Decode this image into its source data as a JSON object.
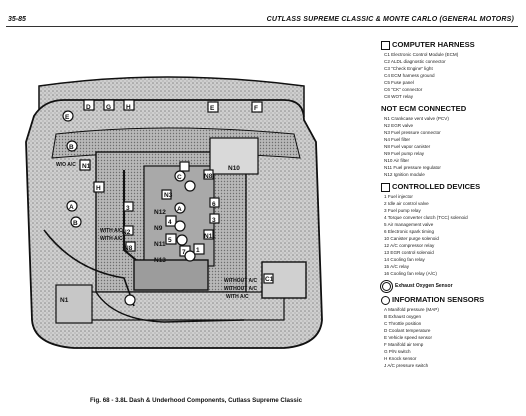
{
  "header": {
    "page_number": "35-85",
    "title": "CUTLASS SUPREME CLASSIC & MONTE CARLO (GENERAL MOTORS)"
  },
  "diagram": {
    "callouts": [
      "W/O A/C",
      "WITH A/C",
      "WITHOUT A/C",
      "WITH A/C",
      "WITHOUT A/C",
      "WITH A/C"
    ],
    "component_labels": [
      "D",
      "G",
      "E",
      "H",
      "E",
      "F",
      "B",
      "H",
      "A",
      "B",
      "C",
      "N1",
      "N3",
      "N8",
      "N11",
      "3",
      "A",
      "6",
      "3",
      "4",
      "5",
      "1",
      "7",
      "N10",
      "N2",
      "N8",
      "N12",
      "N9",
      "N11",
      "N13",
      "N1",
      "C1"
    ]
  },
  "legend": {
    "sections": [
      {
        "title": "COMPUTER HARNESS",
        "symbol": "square",
        "items": [
          "C1 Electronic Control Module (ECM)",
          "C2 ALDL diagnostic connector",
          "C3 \"Check Engine\" light",
          "C4 ECM harness ground",
          "C5 Fuse panel",
          "C6 \"CK\" connector",
          "C8 WOT relay"
        ]
      },
      {
        "title": "NOT ECM CONNECTED",
        "symbol": "none",
        "items": [
          "N1 Crankcase vent valve (PCV)",
          "N2 EGR valve",
          "N3 Fuel pressure connector",
          "N4 Fuel filter",
          "N8 Fuel vapor canister",
          "N9 Fuel pump relay",
          "N10 Air filter",
          "N11 Fuel pressure regulator",
          "N12 Ignition module"
        ]
      },
      {
        "title": "CONTROLLED DEVICES",
        "symbol": "square",
        "items": [
          "1 Fuel injector",
          "2 Idle air control valve",
          "3 Fuel pump relay",
          "4 Torque converter clutch (TCC) solenoid",
          "5 Air management valve",
          "6 Electronic spark timing",
          "10 Canister purge solenoid",
          "12 A/C compressor relay",
          "13 EGR control solenoid",
          "14 Cooling fan relay",
          "15 A/C relay",
          "16 Cooling fan relay (A/C)"
        ]
      },
      {
        "title": "Exhaust Oxygen Sensor",
        "symbol": "circle-double",
        "items": []
      },
      {
        "title": "INFORMATION SENSORS",
        "symbol": "circle",
        "items": [
          "A Manifold pressure (MAP)",
          "B Exhaust oxygen",
          "C Throttle position",
          "D Coolant temperature",
          "E Vehicle speed sensor",
          "F Manifold air temp",
          "G P/N switch",
          "H Knock sensor",
          "J A/C pressure switch"
        ]
      }
    ]
  },
  "caption": "Fig. 68 - 3.8L Dash & Underhood Components, Cutlass Supreme Classic"
}
